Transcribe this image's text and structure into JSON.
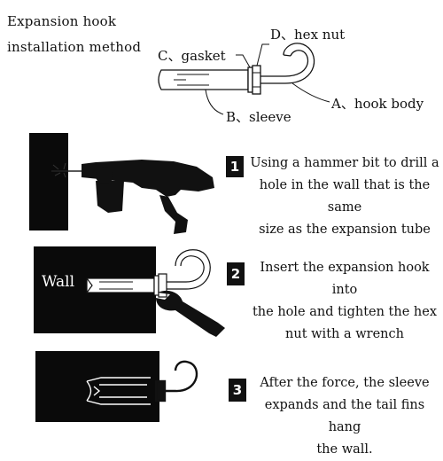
{
  "title_lines": [
    "Expansion hook",
    "installation method"
  ],
  "parts": {
    "d": "D、hex nut",
    "c": "C、gasket",
    "a": "A、hook body",
    "b": "B、sleeve"
  },
  "steps": [
    {
      "number": "1",
      "lines": [
        "Using a hammer bit to drill a",
        "hole in the wall that is the same",
        "size as the expansion tube"
      ]
    },
    {
      "number": "2",
      "lines": [
        "Insert the expansion hook into",
        "the hole and tighten the hex",
        "nut with a wrench"
      ]
    },
    {
      "number": "3",
      "lines": [
        "After the force, the sleeve",
        "expands and the tail fins hang",
        "the wall."
      ]
    }
  ],
  "wall_label": "Wall"
}
